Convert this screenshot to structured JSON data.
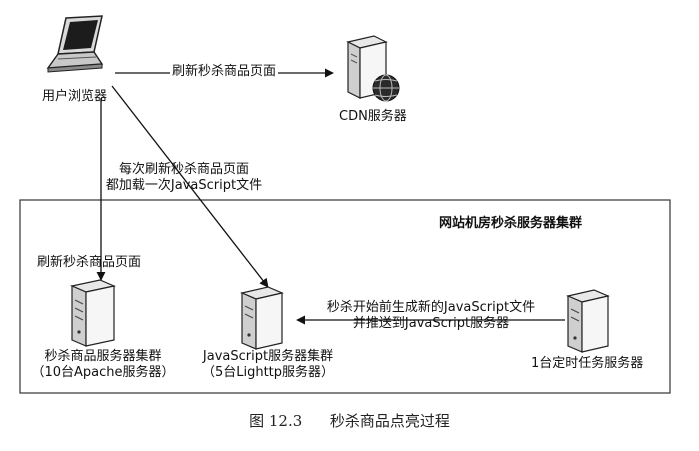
{
  "nodes": {
    "browser": {
      "label": "用户浏览器",
      "icon": "laptop-icon"
    },
    "cdn": {
      "label": "CDN服务器",
      "icon": "server-globe-icon"
    },
    "seckill_cluster": {
      "line1": "秒杀商品服务器集群",
      "line2": "（10台Apache服务器）",
      "icon": "server-icon"
    },
    "js_cluster": {
      "line1": "JavaScript服务器集群",
      "line2": "（5台Lighttp服务器）",
      "icon": "server-icon"
    },
    "timer_server": {
      "label": "1台定时任务服务器",
      "icon": "server-icon"
    }
  },
  "cluster": {
    "title": "网站机房秒杀服务器集群"
  },
  "edges": {
    "browser_to_cdn": "刷新秒杀商品页面",
    "browser_to_js": {
      "line1": "每次刷新秒杀商品页面",
      "line2": "都加载一次JavaScript文件"
    },
    "browser_to_seckill": "刷新秒杀商品页面",
    "timer_to_js": {
      "line1": "秒杀开始前生成新的JavaScript文件",
      "line2": "并推送到JavaScript服务器"
    }
  },
  "caption": {
    "figure_number": "图 12.3",
    "title": "秒杀商品点亮过程"
  }
}
